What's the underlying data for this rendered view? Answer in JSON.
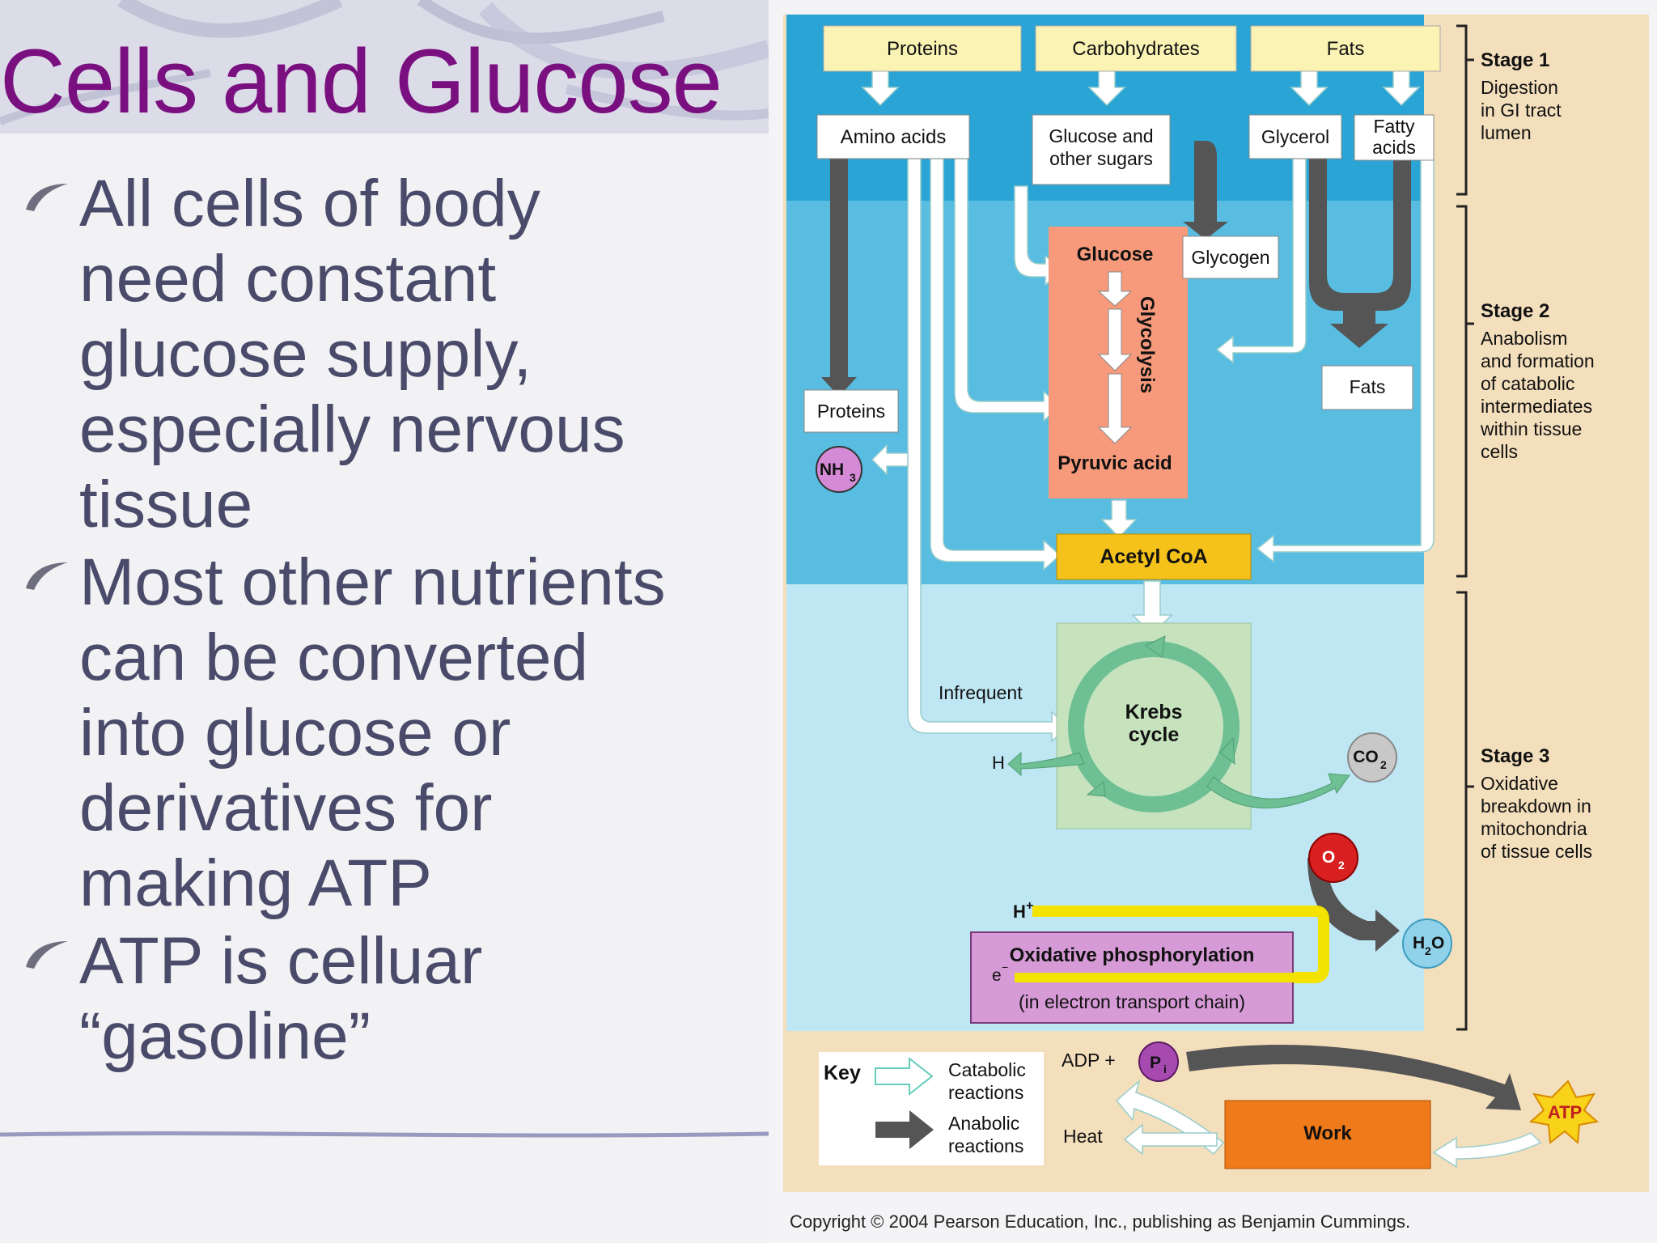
{
  "slide": {
    "title": "Cells and Glucose",
    "bullets": [
      {
        "text": "All cells of body need constant glucose supply, especially nervous tissue",
        "lines": [
          "All cells of body",
          "need constant",
          "glucose supply,",
          "especially nervous",
          "tissue"
        ]
      },
      {
        "text": "Most other nutrients can be converted into glucose or derivatives for making ATP",
        "lines": [
          "Most other nutrients",
          "can be converted",
          "into glucose or",
          "derivatives for",
          "making ATP"
        ]
      },
      {
        "text": "ATP is celluar “gasoline”",
        "lines": [
          "ATP is celluar",
          "“gasoline”"
        ]
      }
    ]
  },
  "diagram": {
    "stage1": {
      "title": "Stage 1",
      "lines": [
        "Digestion",
        "in GI tract",
        "lumen"
      ]
    },
    "stage2": {
      "title": "Stage 2",
      "lines": [
        "Anabolism",
        "and formation",
        "of catabolic",
        "intermediates",
        "within tissue",
        "cells"
      ]
    },
    "stage3": {
      "title": "Stage 3",
      "lines": [
        "Oxidative",
        "breakdown in",
        "mitochondria",
        "of tissue cells"
      ]
    },
    "boxes": {
      "proteins_top": "Proteins",
      "carbohydrates": "Carbohydrates",
      "fats_top": "Fats",
      "amino_acids": "Amino acids",
      "glucose_sugars": [
        "Glucose and",
        "other sugars"
      ],
      "glycerol": "Glycerol",
      "fatty_acids": [
        "Fatty",
        "acids"
      ],
      "glucose": "Glucose",
      "glycolysis": "Glycolysis",
      "glycogen": "Glycogen",
      "proteins_mid": "Proteins",
      "fats_mid": "Fats",
      "pyruvic_acid": "Pyruvic acid",
      "nh3": "NH",
      "nh3_sub": "3",
      "acetyl_coa": "Acetyl CoA",
      "infrequent": "Infrequent",
      "krebs": [
        "Krebs",
        "cycle"
      ],
      "h": "H",
      "co2": "CO",
      "co2_sub": "2",
      "o2": "O",
      "o2_sub": "2",
      "h_plus": "H",
      "h_plus_sup": "+",
      "h2o_a": "H",
      "h2o_sub": "2",
      "h2o_b": "O",
      "ox_phos": "Oxidative phosphorylation",
      "e_minus": "e",
      "e_minus_sup": "−",
      "etc": "(in electron transport chain)"
    },
    "key": {
      "label": "Key",
      "catabolic": [
        "Catabolic",
        "reactions"
      ],
      "anabolic": [
        "Anabolic",
        "reactions"
      ],
      "adp": "ADP +",
      "pi": "P",
      "pi_sub": "i",
      "heat": "Heat",
      "work": "Work",
      "atp": "ATP"
    },
    "copyright": "Copyright © 2004 Pearson Education, Inc., publishing as Benjamin Cummings."
  },
  "colors": {
    "title": "#7a1080",
    "bullet_text": "#4a4a6a",
    "band1": "#2aa4d4",
    "band2": "#58bde0",
    "band3": "#bfe6f3",
    "beige": "#f4dfbc",
    "yellow_box": "#fbf3b4",
    "salmon": "#f79a7b",
    "gold": "#f4c21a",
    "green": "#c6e3be",
    "lavender": "#d69ad6",
    "orange": "#ef7a1a",
    "anabolic_arrow": "#555555"
  }
}
